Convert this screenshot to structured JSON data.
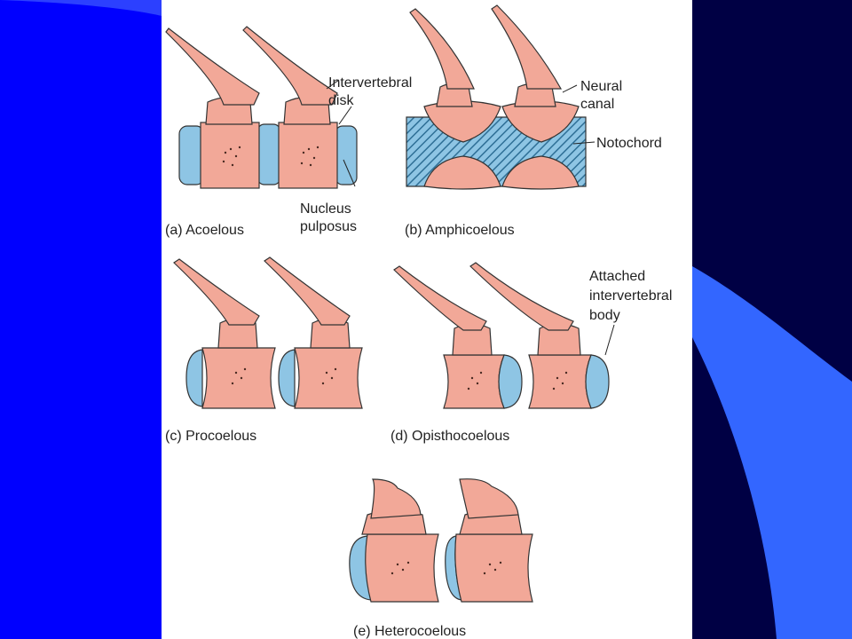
{
  "slide": {
    "colors": {
      "background": "#0000ff",
      "dark_right": "#000044",
      "swoosh": "#3366ff",
      "bone": "#f2a898",
      "cartilage": "#8ec5e4",
      "notochord_hatch": "#2e6f96"
    }
  },
  "diagram": {
    "captions": {
      "a": "(a) Acoelous",
      "b": "(b) Amphicoelous",
      "c": "(c) Procoelous",
      "d": "(d) Opisthocoelous",
      "e": "(e) Heterocoelous"
    },
    "labels": {
      "intervertebral_line1": "Intervertebral",
      "intervertebral_line2": "disk",
      "nucleus_line1": "Nucleus",
      "nucleus_line2": "pulposus",
      "neural_line1": "Neural",
      "neural_line2": "canal",
      "notochord": "Notochord",
      "attached_line1": "Attached",
      "attached_line2": "intervertebral",
      "attached_line3": "body"
    }
  }
}
